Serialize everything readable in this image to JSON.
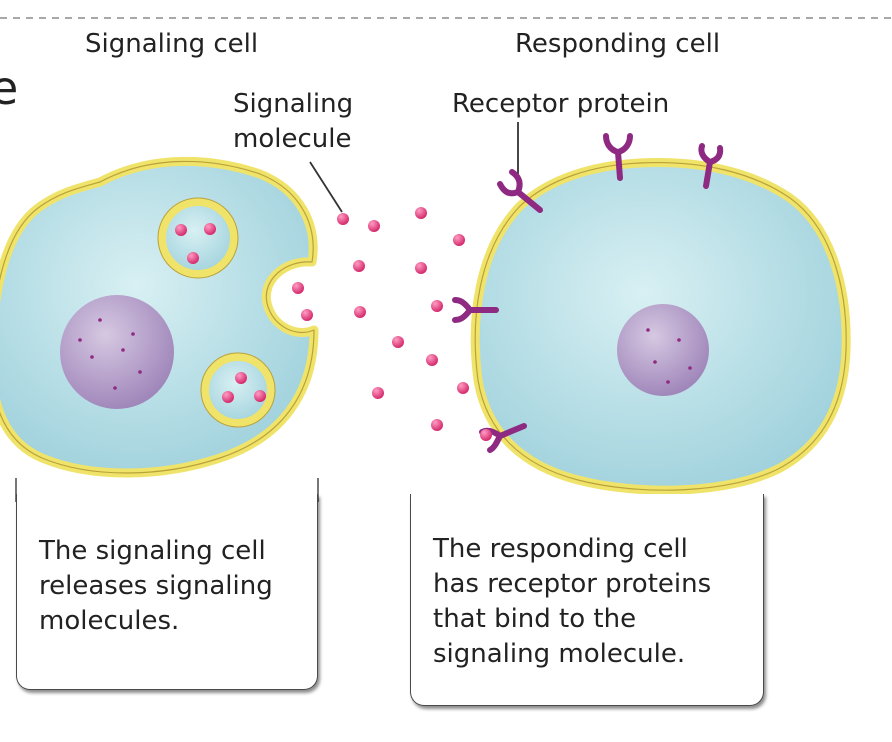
{
  "labels": {
    "signaling_cell": "Signaling cell",
    "responding_cell": "Responding cell",
    "signaling_molecule_line1": "Signaling",
    "signaling_molecule_line2": "molecule",
    "receptor_protein": "Receptor protein",
    "cropped_letter": "e"
  },
  "captions": {
    "signaling": [
      "The signaling cell",
      "releases signaling",
      "molecules."
    ],
    "responding": [
      "The responding cell",
      "has receptor proteins",
      "that bind to the",
      "signaling molecule."
    ]
  },
  "colors": {
    "cytoplasm": "#bfe3ea",
    "membrane": "#f0e36a",
    "membrane_stroke": "#b9a23a",
    "nucleus": "#b9a5cc",
    "molecule": "#e0427f",
    "receptor": "#8e2a82",
    "dashed_line": "#a8a8a8"
  }
}
